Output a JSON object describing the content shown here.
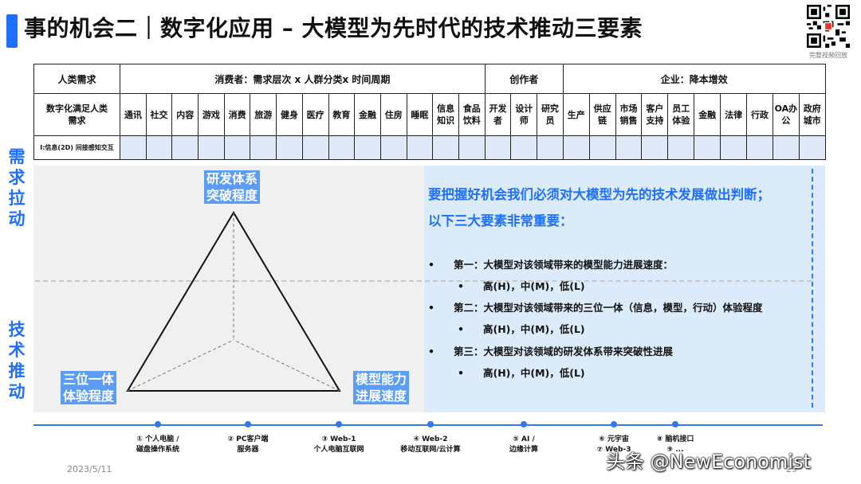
{
  "header": {
    "title": "事的机会二｜数字化应用 – 大模型为先时代的技术推动三要素",
    "qr_caption": "完整视频回放"
  },
  "table": {
    "row1": {
      "first": "人类需求",
      "consumer": "消费者：需求层次 x 人群分类x 时间周期",
      "creator": "创作者",
      "enterprise": "企业：降本增效"
    },
    "row2_label": "数字化满足人类需求",
    "row2_cells": [
      "通讯",
      "社交",
      "内容",
      "游戏",
      "消费",
      "旅游",
      "健身",
      "医疗",
      "教育",
      "金融",
      "住房",
      "睡眠",
      "信息知识",
      "食品饮料",
      "开发者",
      "设计师",
      "研究员",
      "生产",
      "供应链",
      "市场销售",
      "客户支持",
      "员工体验",
      "金融",
      "法律",
      "行政",
      "OA办公",
      "政府城市"
    ],
    "row3_label": "I:信息(2D) 间接感知交互"
  },
  "side": {
    "demand": [
      "需",
      "求",
      "拉",
      "动"
    ],
    "tech": [
      "技",
      "术",
      "推",
      "动"
    ]
  },
  "triangle": {
    "top": [
      "研发体系",
      "突破程度"
    ],
    "left": [
      "三位一体",
      "体验程度"
    ],
    "right": [
      "模型能力",
      "进展速度"
    ]
  },
  "text": {
    "intro": [
      "要把握好机会我们必须对大模型为先的技术发展做出判断；",
      "以下三大要素非常重要："
    ],
    "bullets": [
      {
        "main": "第一：大模型对该领域带来的模型能力进展速度：",
        "sub": "高(H)，中(M)，低(L)"
      },
      {
        "main": "第二：大模型对该领域带来的三位一体（信息，模型，行动）体验程度",
        "sub": "高(H)，中(M)，低(L)"
      },
      {
        "main": "第三：大模型对该领域的研发体系带来突破性进展",
        "sub": "高(H)，中(M)，低(L)"
      }
    ],
    "bullet_glyph": "•"
  },
  "timeline": [
    {
      "l1": "① 个人电脑 /",
      "l2": "磁盘操作系统"
    },
    {
      "l1": "② PC客户端",
      "l2": "服务器"
    },
    {
      "l1": "③ Web-1",
      "l2": "个人电脑互联网"
    },
    {
      "l1": "④ Web-2",
      "l2": "移动互联网/云计算"
    },
    {
      "l1": "⑤ AI /",
      "l2": "边缘计算"
    },
    {
      "l1": "⑥ 元宇宙",
      "l2": "⑦ Web-3"
    },
    {
      "l1": "⑧ 脑机接口",
      "l2": "⑨ ..."
    }
  ],
  "footer": {
    "date": "2023/5/11",
    "page": "29",
    "watermark": "头条 @NewEconomist"
  },
  "colors": {
    "accent": "#1f6fff",
    "label_bg": "#5b9df6",
    "panel_blue": "#dcebfa",
    "cell_blue": "#dfe9f8"
  }
}
